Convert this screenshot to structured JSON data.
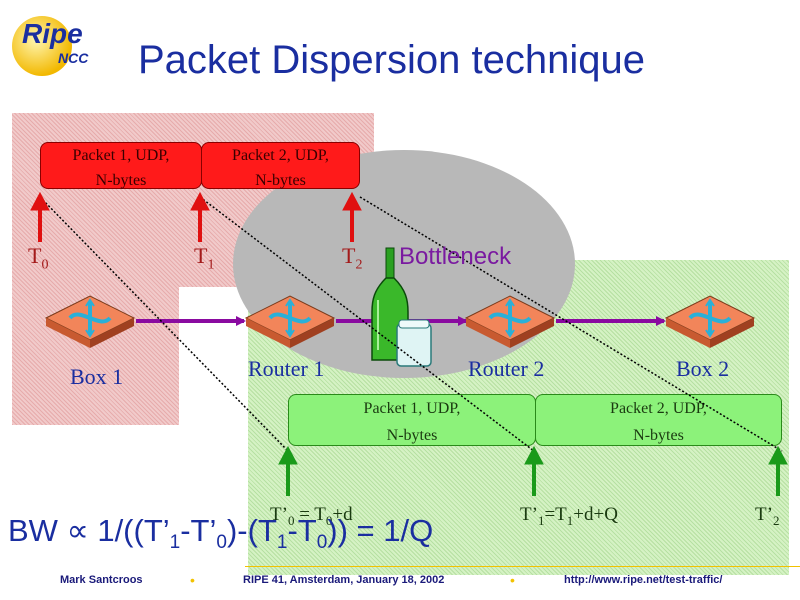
{
  "logo": {
    "name": "Ripe",
    "sub": "NCC"
  },
  "title": "Packet Dispersion technique",
  "sender_packets": [
    {
      "line1": "Packet 1, UDP,",
      "line2": "N-bytes"
    },
    {
      "line1": "Packet 2, UDP,",
      "line2": "N-bytes"
    }
  ],
  "receiver_packets": [
    {
      "line1": "Packet 1, UDP,",
      "line2": "N-bytes"
    },
    {
      "line1": "Packet 2, UDP,",
      "line2": "N-bytes"
    }
  ],
  "send_times": [
    {
      "base": "T",
      "sub": "0"
    },
    {
      "base": "T",
      "sub": "1"
    },
    {
      "base": "T",
      "sub": "2"
    }
  ],
  "bottleneck_label": "Bottleneck",
  "nodes": [
    "Box 1",
    "Router 1",
    "Router 2",
    "Box 2"
  ],
  "receive_times": {
    "t0": {
      "a": "T’",
      "a_sub": "0",
      "b": "= T",
      "b_sub": "0",
      "c": "+d"
    },
    "t1": {
      "a": "T’",
      "a_sub": "1",
      "b": "=T",
      "b_sub": "1",
      "c": "+d+Q"
    },
    "t2": {
      "a": "T’",
      "a_sub": "2"
    }
  },
  "formula": {
    "p1": "BW ",
    "prop": "∝",
    "p2": " 1/((T’",
    "s1": "1",
    "p3": "-T’",
    "s2": "0",
    "p4": ")-(T",
    "s3": "1",
    "p5": "-T",
    "s4": "0",
    "p6": ")) = 1/Q"
  },
  "footer": {
    "author": "Mark Santcroos",
    "event": "RIPE 41, Amsterdam, January 18, 2002",
    "url": "http://www.ripe.net/test-traffic/"
  },
  "colors": {
    "title": "#1a2ea0",
    "red_packet": "#ff1a1a",
    "green_packet": "#8cf27a",
    "link_arrow": "#8a0aa0",
    "router": "#f2855a"
  }
}
